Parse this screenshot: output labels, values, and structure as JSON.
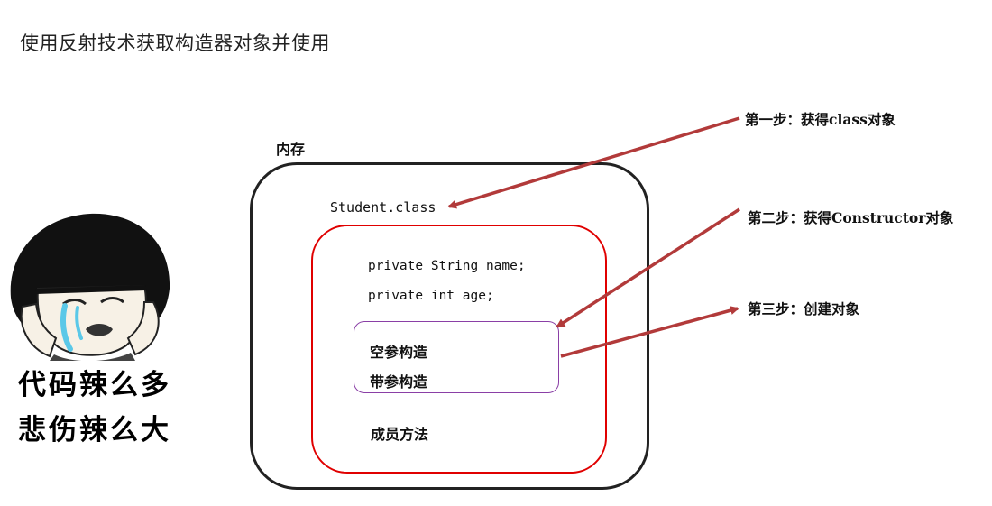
{
  "title": "使用反射技术获取构造器对象并使用",
  "diagram": {
    "memory_label": "内存",
    "class_label": "Student.class",
    "fields": [
      "private String name;",
      "private int age;"
    ],
    "constructors": [
      "空参构造",
      "带参构造"
    ],
    "methods_label": "成员方法",
    "steps": [
      "第一步：获得class对象",
      "第二步：获得Constructor对象",
      "第三步：创建对象"
    ],
    "colors": {
      "memory_border": "#222222",
      "object_border": "#e00000",
      "constructor_border": "#8a3fa6",
      "arrow": "#b23a3a"
    }
  },
  "meme": {
    "caption": [
      "代码辣么多",
      "悲伤辣么大"
    ]
  }
}
